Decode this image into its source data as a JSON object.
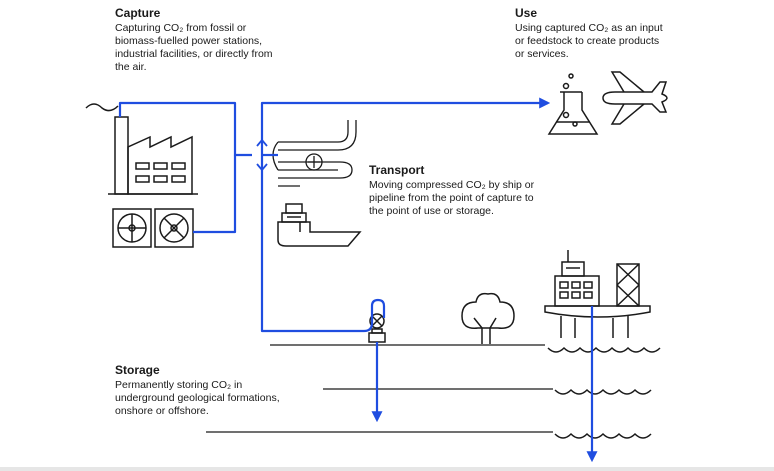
{
  "capture": {
    "title": "Capture",
    "lines": [
      "Capturing CO₂ from fossil or",
      "biomass-fuelled power stations,",
      "industrial facilities, or directly from",
      "the air."
    ]
  },
  "use": {
    "title": "Use",
    "lines": [
      "Using captured CO₂ as an input",
      "or feedstock to create products",
      "or services."
    ]
  },
  "transport": {
    "title": "Transport",
    "lines": [
      "Moving compressed CO₂ by ship or",
      "pipeline from the point of capture to",
      "the point of use or storage."
    ]
  },
  "storage": {
    "title": "Storage",
    "lines": [
      "Permanently storing CO₂ in",
      "underground geological formations,",
      "onshore or offshore."
    ]
  },
  "colors": {
    "flow": "#1f4de0",
    "ink": "#1a1a1a"
  }
}
